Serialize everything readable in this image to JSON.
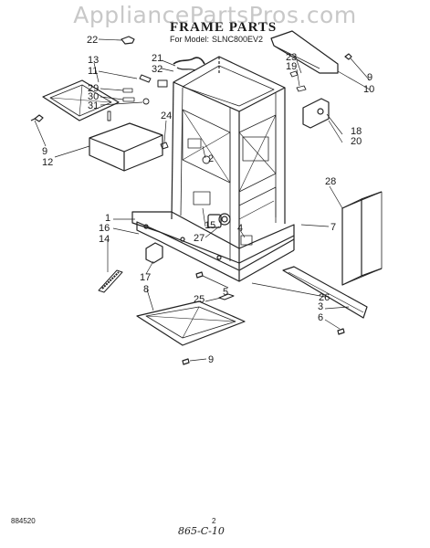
{
  "watermark": "AppliancePartsPros.com",
  "header": {
    "title": "FRAME PARTS",
    "model_label": "For Model:",
    "model_number": "SLNC800EV2"
  },
  "callouts": [
    "22",
    "21",
    "32",
    "13",
    "11",
    "29",
    "30",
    "31",
    "9",
    "12",
    "24",
    "23",
    "19",
    "9",
    "10",
    "18",
    "20",
    "2",
    "15",
    "28",
    "1",
    "16",
    "14",
    "4",
    "27",
    "7",
    "17",
    "8",
    "5",
    "25",
    "26",
    "3",
    "6",
    "9"
  ],
  "footer": {
    "left_code": "884520",
    "page_number": "2",
    "handwritten_note": "865-C-10"
  }
}
